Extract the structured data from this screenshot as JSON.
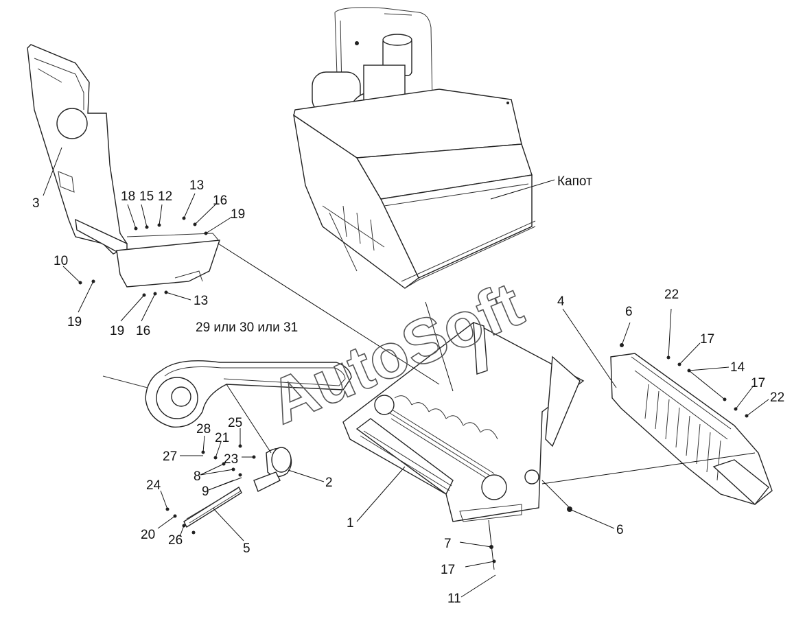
{
  "watermark": "AutoSoft",
  "annotations": {
    "hood": "Капот",
    "belt_options": "29 или 30 или 31"
  },
  "callouts": {
    "c1": "1",
    "c2": "2",
    "c3": "3",
    "c4": "4",
    "c5": "5",
    "c6a": "6",
    "c6b": "6",
    "c7": "7",
    "c8": "8",
    "c9": "9",
    "c10": "10",
    "c11": "11",
    "c12": "12",
    "c13a": "13",
    "c13b": "13",
    "c14": "14",
    "c15": "15",
    "c16a": "16",
    "c16b": "16",
    "c17a": "17",
    "c17b": "17",
    "c17c": "17",
    "c18": "18",
    "c19a": "19",
    "c19b": "19",
    "c19c": "19",
    "c20": "20",
    "c21": "21",
    "c22a": "22",
    "c22b": "22",
    "c23": "23",
    "c24": "24",
    "c25": "25",
    "c26": "26",
    "c27": "27",
    "c28": "28"
  }
}
